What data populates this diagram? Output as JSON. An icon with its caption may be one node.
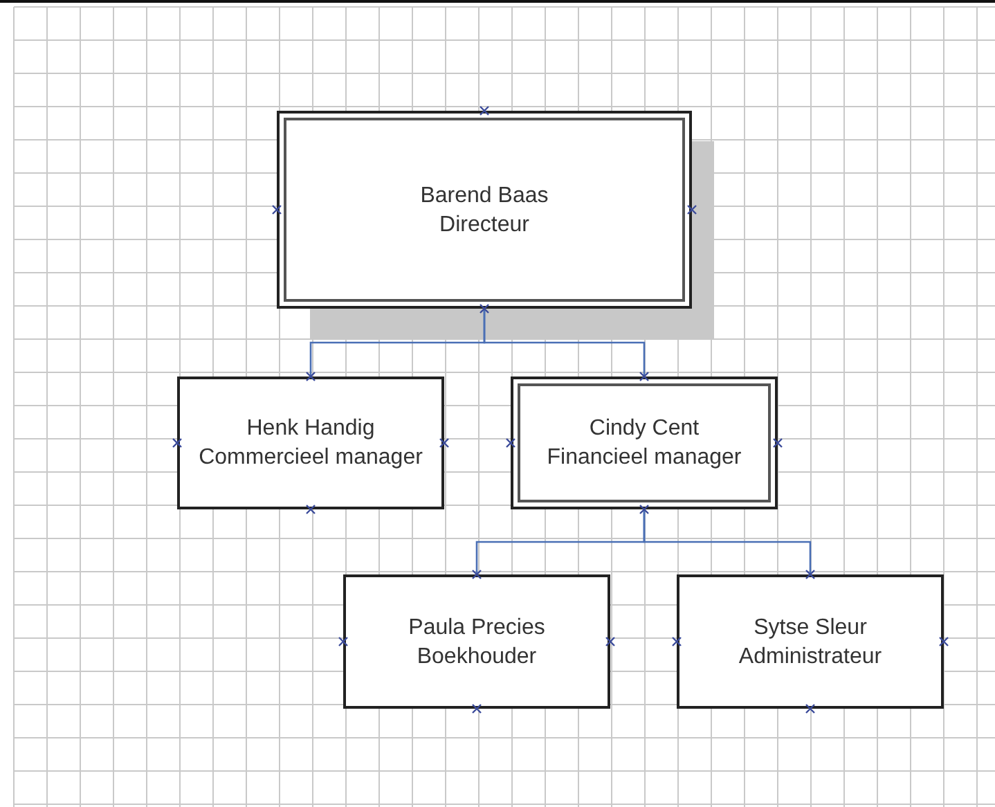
{
  "diagram": {
    "nodes": [
      {
        "text": [
          "Barend Baas",
          "Directeur"
        ]
      },
      {
        "text": [
          "Henk Handig",
          "Commercieel manager"
        ]
      },
      {
        "text": [
          "Cindy Cent",
          "Financieel manager"
        ]
      },
      {
        "text": [
          "Paula Precies",
          "Boekhouder"
        ]
      },
      {
        "text": [
          "Sytse Sleur",
          "Administrateur"
        ]
      }
    ],
    "edges": [
      {
        "from": 0,
        "to": 1,
        "arrow": "none"
      },
      {
        "from": 0,
        "to": 2,
        "arrow": "none"
      },
      {
        "from": 2,
        "to": 3,
        "arrow": "none"
      },
      {
        "from": 2,
        "to": 4,
        "arrow": "none"
      }
    ]
  }
}
